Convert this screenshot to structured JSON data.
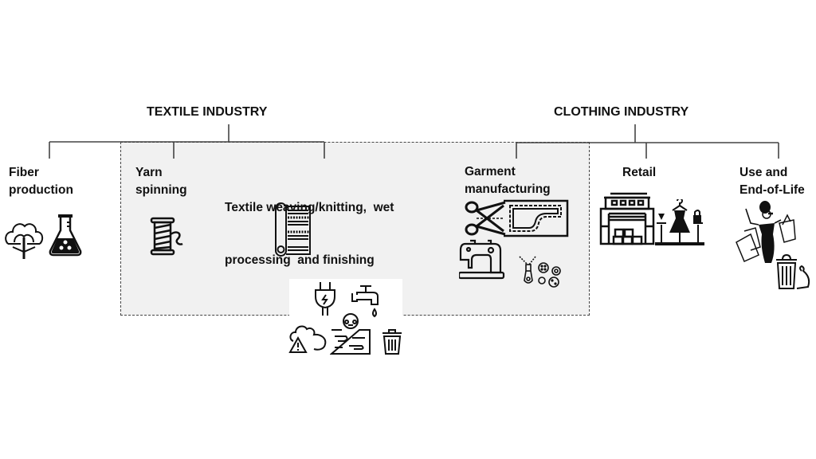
{
  "groups": {
    "textile": {
      "title": "TEXTILE INDUSTRY"
    },
    "clothing": {
      "title": "CLOTHING INDUSTRY"
    }
  },
  "stages": [
    {
      "id": "fiber",
      "line1": "Fiber",
      "line2": "production",
      "icons": [
        "cotton-plant-icon",
        "flask-icon"
      ]
    },
    {
      "id": "yarn",
      "line1": "Yarn",
      "line2": "spinning",
      "icons": [
        "thread-spool-icon"
      ]
    },
    {
      "id": "weaving",
      "line1": "Textile weaving/knitting,  wet",
      "line2": "processing  and finishing",
      "icons": [
        "fabric-roll-icon"
      ]
    },
    {
      "id": "garment",
      "line1": "Garment",
      "line2": "manufacturing",
      "icons": [
        "scissors-pattern-icon",
        "sewing-machine-icon",
        "zipper-buttons-icon"
      ]
    },
    {
      "id": "retail",
      "line1": "Retail",
      "line2": "",
      "icons": [
        "store-icon",
        "boutique-display-icon"
      ]
    },
    {
      "id": "use",
      "line1": "Use and",
      "line2": "End-of-Life",
      "icons": [
        "shopper-icon",
        "trash-bag-icon"
      ]
    }
  ],
  "impacts": [
    "energy-plug-icon",
    "water-tap-icon",
    "air-pollution-icon",
    "toxic-soil-icon",
    "waste-bin-icon"
  ]
}
